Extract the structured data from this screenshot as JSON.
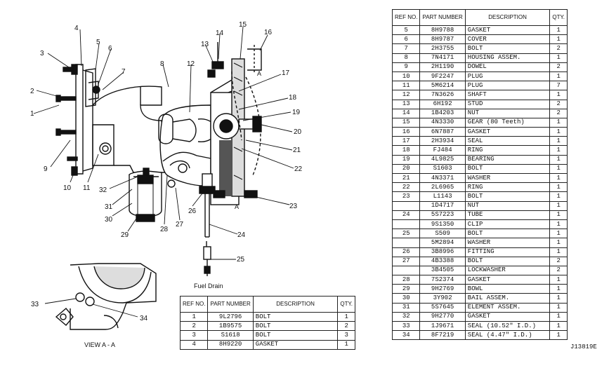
{
  "callouts": [
    "1",
    "2",
    "3",
    "4",
    "5",
    "6",
    "7",
    "8",
    "9",
    "10",
    "11",
    "12",
    "13",
    "14",
    "15",
    "16",
    "17",
    "18",
    "19",
    "20",
    "21",
    "22",
    "23",
    "24",
    "25",
    "26",
    "27",
    "28",
    "29",
    "30",
    "31",
    "32",
    "33",
    "34"
  ],
  "labels": {
    "fuel_drain": "Fuel Drain",
    "view": "VIEW A - A",
    "section_a1": "A",
    "section_a2": "A"
  },
  "table_headers": {
    "ref_no": "REF NO.",
    "part_number": "PART NUMBER",
    "description": "DESCRIPTION",
    "qty": "QTY."
  },
  "bottom_table": [
    {
      "ref": "1",
      "pn": "9L2796",
      "desc": "BOLT",
      "qty": "1"
    },
    {
      "ref": "2",
      "pn": "1B9575",
      "desc": "BOLT",
      "qty": "2"
    },
    {
      "ref": "3",
      "pn": "S1618",
      "desc": "BOLT",
      "qty": "3"
    },
    {
      "ref": "4",
      "pn": "8H9220",
      "desc": "GASKET",
      "qty": "1"
    }
  ],
  "right_table": [
    {
      "ref": "5",
      "pn": "8H9788",
      "desc": "GASKET",
      "qty": "1"
    },
    {
      "ref": "6",
      "pn": "8H9787",
      "desc": "COVER",
      "qty": "1"
    },
    {
      "ref": "7",
      "pn": "2H3755",
      "desc": "BOLT",
      "qty": "2"
    },
    {
      "ref": "8",
      "pn": "7N4171",
      "desc": "HOUSING ASSEM.",
      "qty": "1"
    },
    {
      "ref": "9",
      "pn": "2H1190",
      "desc": "  DOWEL",
      "qty": "2"
    },
    {
      "ref": "10",
      "pn": "9F2247",
      "desc": "  PLUG",
      "qty": "1"
    },
    {
      "ref": "11",
      "pn": "5M6214",
      "desc": "  PLUG",
      "qty": "7"
    },
    {
      "ref": "12",
      "pn": "7N3626",
      "desc": "SHAFT",
      "qty": "1"
    },
    {
      "ref": "13",
      "pn": "6H192",
      "desc": "STUD",
      "qty": "2"
    },
    {
      "ref": "14",
      "pn": "1B4203",
      "desc": "NUT",
      "qty": "2"
    },
    {
      "ref": "15",
      "pn": "4N3330",
      "desc": "GEAR (80 Teeth)",
      "qty": "1"
    },
    {
      "ref": "16",
      "pn": "6N7887",
      "desc": "GASKET",
      "qty": "1"
    },
    {
      "ref": "17",
      "pn": "2H3934",
      "desc": "SEAL",
      "qty": "1"
    },
    {
      "ref": "18",
      "pn": "FJ484",
      "desc": "RING",
      "qty": "1"
    },
    {
      "ref": "19",
      "pn": "4L9825",
      "desc": "BEARING",
      "qty": "1"
    },
    {
      "ref": "20",
      "pn": "S1603",
      "desc": "BOLT",
      "qty": "1"
    },
    {
      "ref": "21",
      "pn": "4N3371",
      "desc": "WASHER",
      "qty": "1"
    },
    {
      "ref": "22",
      "pn": "2L6965",
      "desc": "RING",
      "qty": "1"
    },
    {
      "ref": "23",
      "pn": "L1143",
      "desc": "BOLT",
      "qty": "1"
    },
    {
      "ref": "",
      "pn": "1D4717",
      "desc": "NUT",
      "qty": "1"
    },
    {
      "ref": "24",
      "pn": "5S7223",
      "desc": "TUBE",
      "qty": "1"
    },
    {
      "ref": "",
      "pn": "9S1350",
      "desc": "CLIP",
      "qty": "1"
    },
    {
      "ref": "25",
      "pn": "S509",
      "desc": "BOLT",
      "qty": "1"
    },
    {
      "ref": "",
      "pn": "5M2894",
      "desc": "WASHER",
      "qty": "1"
    },
    {
      "ref": "26",
      "pn": "3B8996",
      "desc": "FITTING",
      "qty": "1"
    },
    {
      "ref": "27",
      "pn": "4B3388",
      "desc": "BOLT",
      "qty": "2"
    },
    {
      "ref": "",
      "pn": "3B4505",
      "desc": "LOCKWASHER",
      "qty": "2"
    },
    {
      "ref": "28",
      "pn": "7S2374",
      "desc": "GASKET",
      "qty": "1"
    },
    {
      "ref": "29",
      "pn": "9H2769",
      "desc": "BOWL",
      "qty": "1"
    },
    {
      "ref": "30",
      "pn": "3Y902",
      "desc": "BAIL ASSEM.",
      "qty": "1"
    },
    {
      "ref": "31",
      "pn": "5S7645",
      "desc": "ELEMENT ASSEM.",
      "qty": "1"
    },
    {
      "ref": "32",
      "pn": "9H2770",
      "desc": "GASKET",
      "qty": "1"
    },
    {
      "ref": "33",
      "pn": "1J9671",
      "desc": "SEAL (10.52\" I.D.)",
      "qty": "1"
    },
    {
      "ref": "34",
      "pn": "8F7219",
      "desc": "SEAL (4.47\" I.D.)",
      "qty": "1"
    }
  ],
  "drawing_number": "J13819E"
}
